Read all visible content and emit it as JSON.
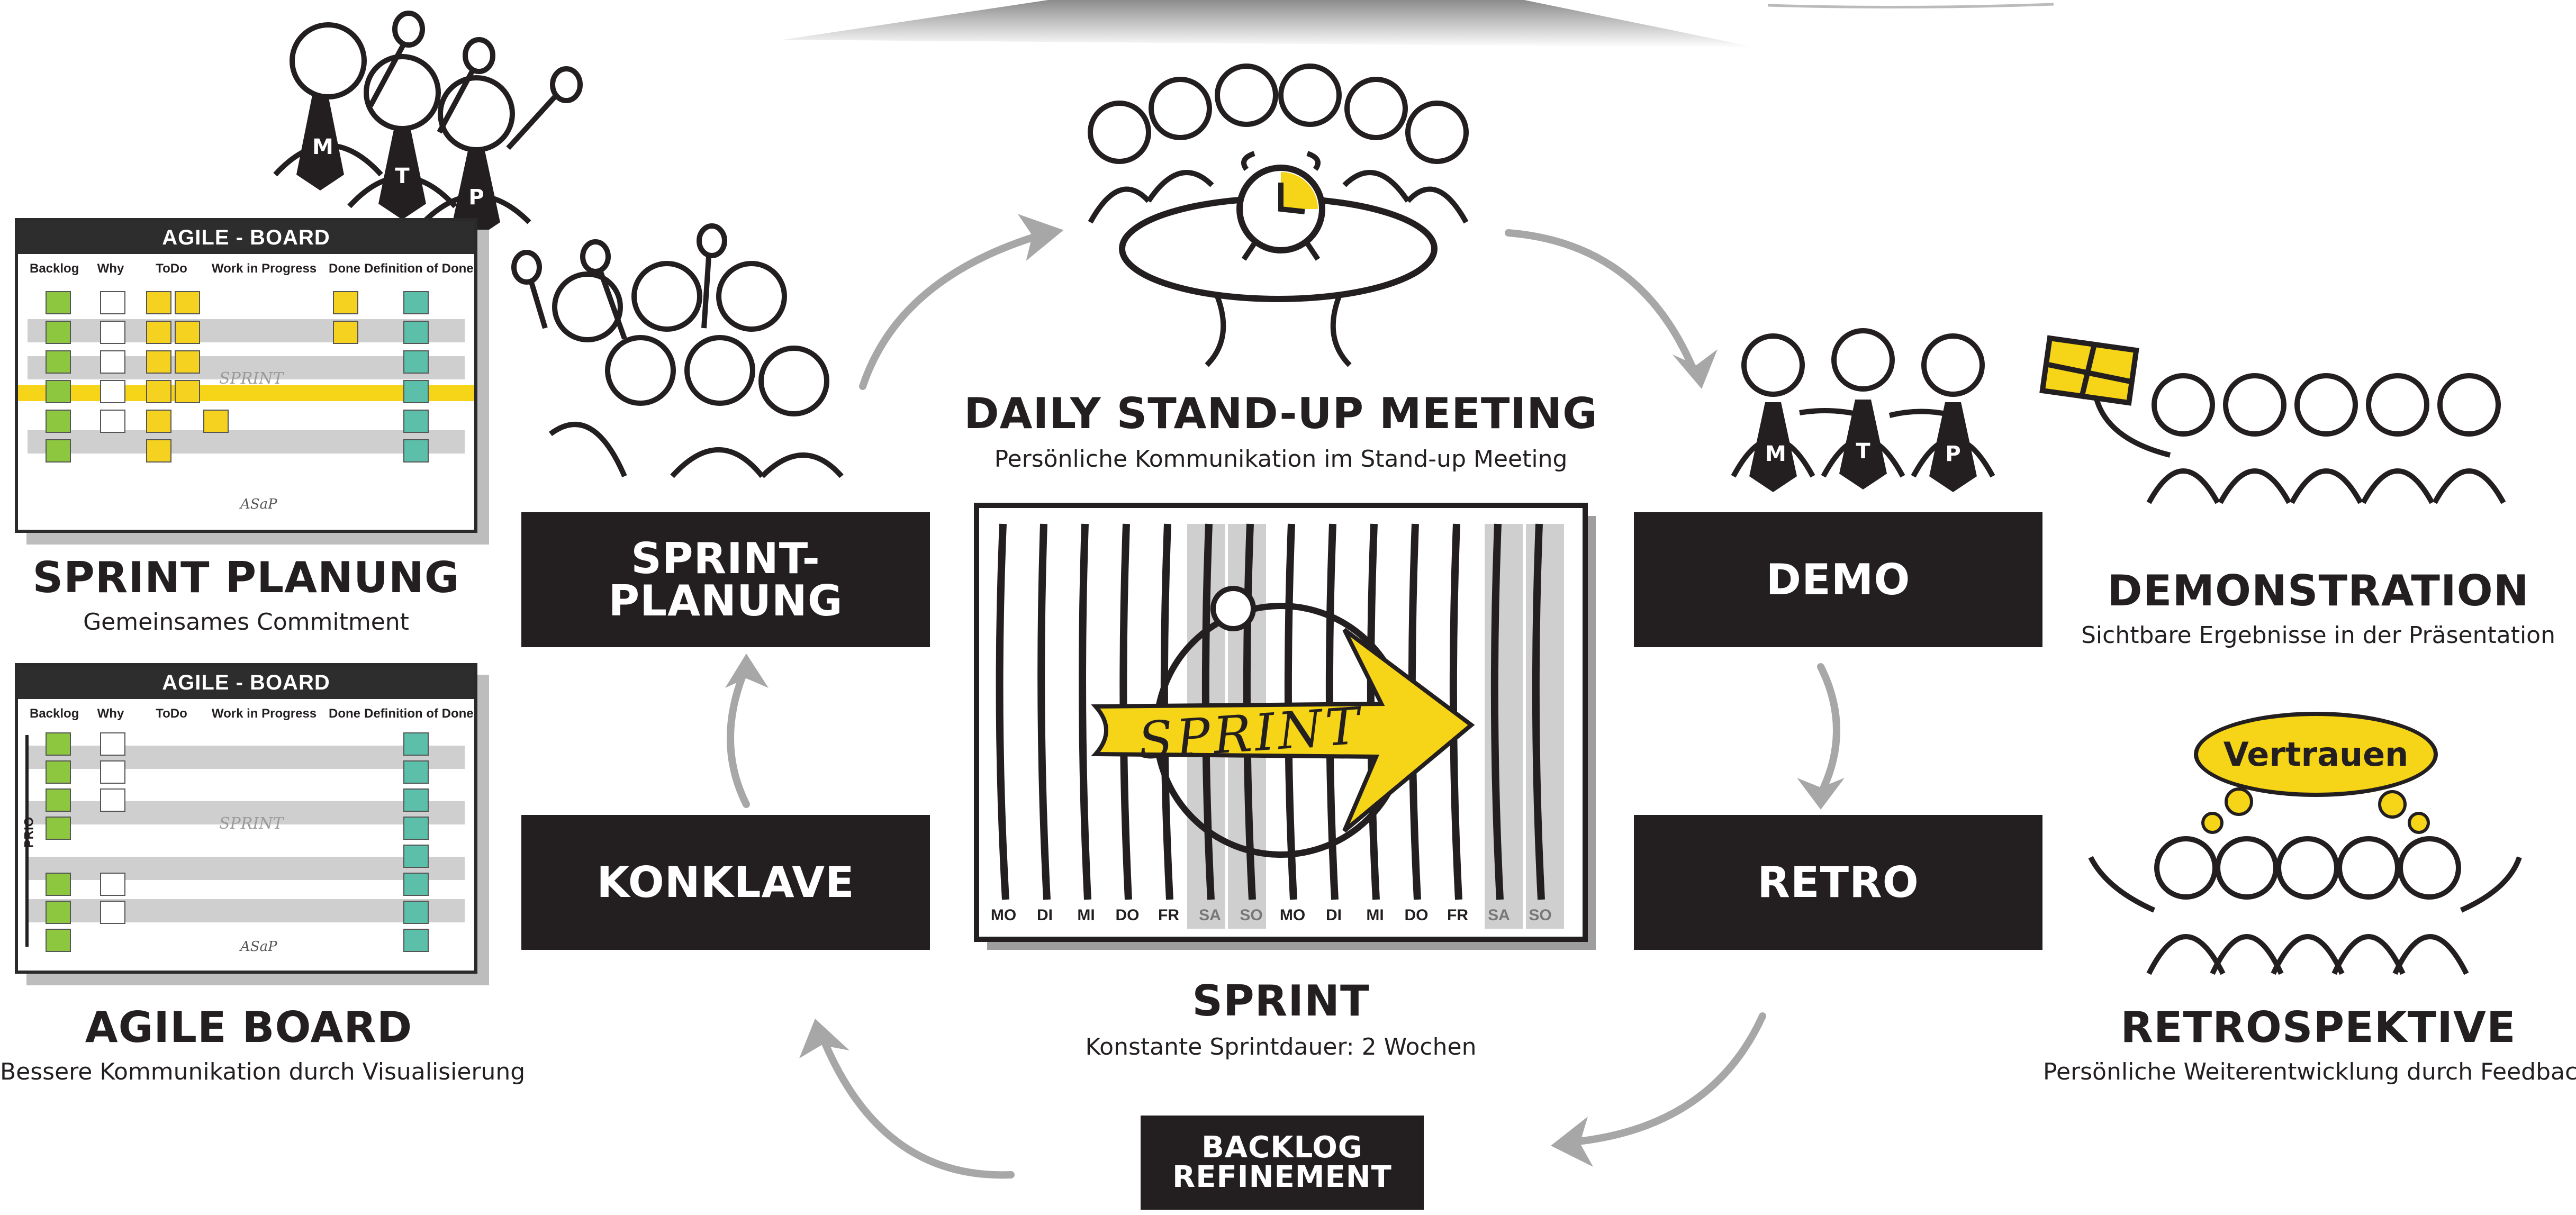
{
  "colors": {
    "accent": "#f6d417",
    "ink": "#231f20",
    "gray": "#a7a7a8",
    "block": "#231f20"
  },
  "center": {
    "daily_title": "DAILY STAND-UP MEETING",
    "daily_sub": "Persönliche Kommunikation im Stand-up Meeting",
    "sprint_title": "SPRINT",
    "sprint_sub": "Konstante Sprintdauer: 2 Wochen",
    "sprint_arrow_text": "SPRINT",
    "days": [
      "MO",
      "DI",
      "MI",
      "DO",
      "FR",
      "SA",
      "SO",
      "MO",
      "DI",
      "MI",
      "DO",
      "FR",
      "SA",
      "SO"
    ]
  },
  "blocks": {
    "sprint_planung": "SPRINT-\nPLANUNG",
    "konklave": "KONKLAVE",
    "demo": "DEMO",
    "retro": "RETRO",
    "backlog": "BACKLOG\nREFINEMENT"
  },
  "left": {
    "sprint_title": "SPRINT PLANUNG",
    "sprint_sub": "Gemeinsames Commitment",
    "agile_title": "AGILE BOARD",
    "agile_sub": "Bessere Kommunikation durch Visualisierung",
    "mtp": [
      "M",
      "T",
      "P"
    ]
  },
  "right": {
    "demo_title": "DEMONSTRATION",
    "demo_sub": "Sichtbare Ergebnisse in der Präsentation",
    "retro_title": "RETROSPEKTIVE",
    "retro_sub": "Persönliche Weiterentwicklung durch Feedback",
    "bubble": "Vertrauen",
    "mtp": [
      "M",
      "T",
      "P"
    ]
  },
  "board": {
    "title": "AGILE - BOARD",
    "columns": [
      "Backlog",
      "Why",
      "ToDo",
      "Work in Progress",
      "Done",
      "Definition of Done"
    ],
    "signature": "ASaP",
    "prio_label": "PRIO",
    "sprint_stamp": "SPRINT"
  }
}
